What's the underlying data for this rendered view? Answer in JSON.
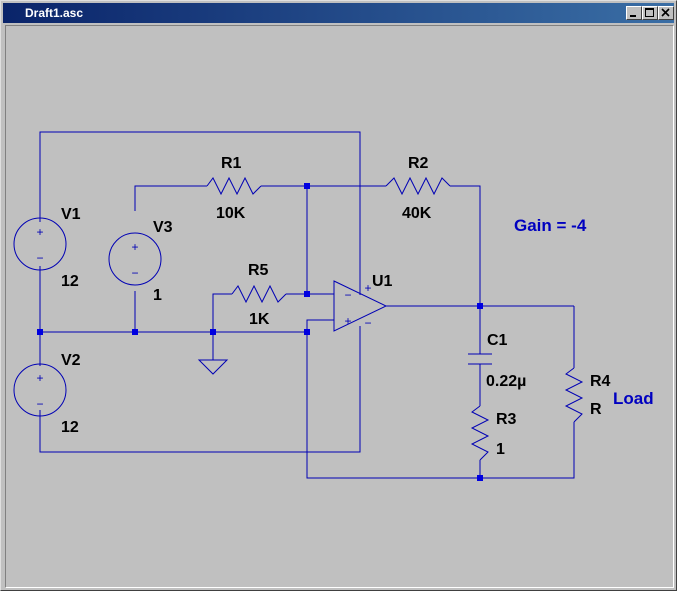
{
  "window": {
    "title": "Draft1.asc",
    "controls": [
      "minimize",
      "maximize",
      "close"
    ]
  },
  "colors": {
    "wire": "#0000b4",
    "junction": "#0000e0",
    "label": "#000000",
    "comment": "#0000c0",
    "background": "#c0c0c0",
    "titlebar_start": "#0a246a",
    "titlebar_end": "#3a6ea5"
  },
  "schematic": {
    "components": {
      "V1": {
        "name": "V1",
        "value": "12"
      },
      "V2": {
        "name": "V2",
        "value": "12"
      },
      "V3": {
        "name": "V3",
        "value": "1"
      },
      "R1": {
        "name": "R1",
        "value": "10K"
      },
      "R2": {
        "name": "R2",
        "value": "40K"
      },
      "R5": {
        "name": "R5",
        "value": "1K"
      },
      "U1": {
        "name": "U1"
      },
      "C1": {
        "name": "C1",
        "value": "0.22µ"
      },
      "R3": {
        "name": "R3",
        "value": "1"
      },
      "R4": {
        "name": "R4",
        "value": "R"
      }
    },
    "opamp_signs": {
      "plus_top": "+",
      "minus_bottom": "−",
      "in_minus": "−",
      "in_plus": "+"
    },
    "source_signs": {
      "plus": "+",
      "minus": "−"
    },
    "comments": {
      "gain": "Gain = -4",
      "load": "Load"
    }
  }
}
